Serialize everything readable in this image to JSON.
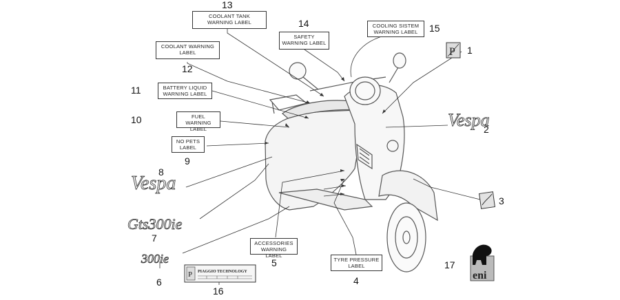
{
  "callouts": [
    {
      "number": "1"
    },
    {
      "number": "2"
    },
    {
      "number": "3"
    },
    {
      "number": "4",
      "label": "TYRE PRESSURE\nLABEL"
    },
    {
      "number": "5",
      "label": "ACCESSORIES\nWARNING LABEL"
    },
    {
      "number": "6"
    },
    {
      "number": "7"
    },
    {
      "number": "8"
    },
    {
      "number": "9",
      "label": "NO PETS\nLABEL"
    },
    {
      "number": "10",
      "label": "FUEL WARNING\nLABEL"
    },
    {
      "number": "11",
      "label": "BATTERY LIQUID\nWARNING LABEL"
    },
    {
      "number": "12",
      "label": "COOLANT WARNING\nLABEL"
    },
    {
      "number": "13",
      "label": "COOLANT TANK\nWARNING LABEL"
    },
    {
      "number": "14",
      "label": "SAFETY\nWARNING LABEL"
    },
    {
      "number": "15",
      "label": "COOLING SISTEM\nWARNING LABEL"
    },
    {
      "number": "16"
    },
    {
      "number": "17"
    }
  ],
  "decals": {
    "vespa_script": "Vespa",
    "gts_script": "Gts300ie",
    "model_script": "300ie",
    "piaggio_plate": "PIAGGIO TECHNOLOGY",
    "eni_logo": "eni"
  },
  "colors": {
    "line": "#333333",
    "vehicle_stroke": "#555555"
  }
}
